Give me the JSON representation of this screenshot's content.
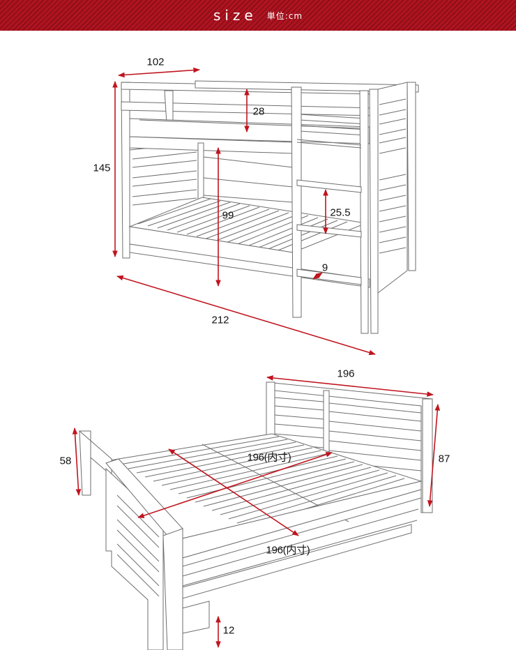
{
  "header": {
    "title": "size",
    "unit_label": "単位:cm",
    "background": "#9e1220"
  },
  "accent": "#c0141e",
  "bunk_bed": {
    "width_label": "102",
    "height_label": "145",
    "rail_height_label": "28",
    "under_clearance_label": "99",
    "ladder_step_label": "25.5",
    "step_depth_label": "9",
    "length_label": "212"
  },
  "single_bed": {
    "headboard_width_label": "196",
    "headboard_height_label": "87",
    "footboard_height_label": "58",
    "inner_width_label": "196(内寸)",
    "inner_length_label": "196(内寸)",
    "floor_clearance_label": "12"
  }
}
